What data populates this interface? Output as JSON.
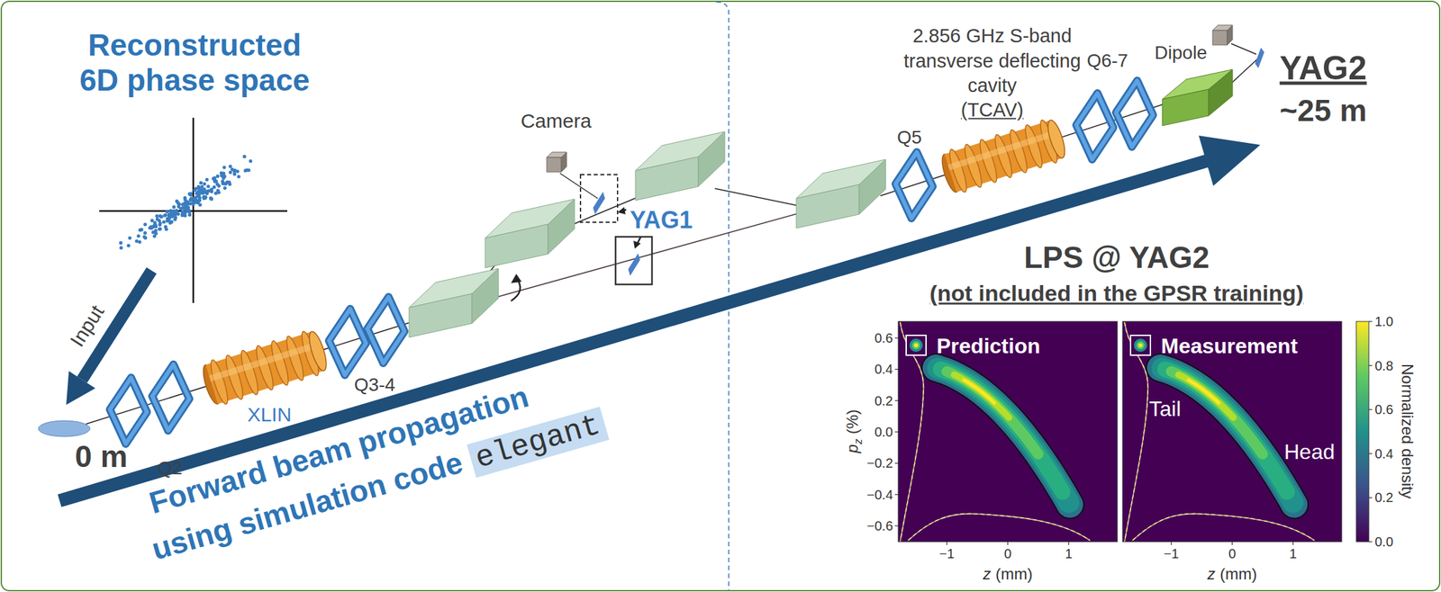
{
  "diagram": {
    "nodes": [
      {
        "text": [
          "Prediction"
        ]
      },
      {
        "text": [
          "Measurement",
          "Tail",
          "Head"
        ]
      }
    ],
    "labels": [
      "Reconstructed 6D phase space",
      "Input",
      "0 m",
      "Q2",
      "XLIN",
      "Q3-4",
      "Camera",
      "YAG1",
      "Forward beam propagation",
      "using simulation code",
      "elegant",
      "2.856 GHz S-band",
      "transverse deflecting",
      "cavity",
      "(TCAV)",
      "Q5",
      "Q6-7",
      "Dipole",
      "YAG2",
      "~25 m",
      "LPS @ YAG2",
      "(not included in the GPSR training)",
      "0.6",
      "0.4",
      "0.2",
      "0.0",
      "−0.2",
      "−0.4",
      "−0.6",
      "p",
      "z",
      "(%)",
      "−1",
      "0",
      "1",
      "z",
      "(mm)",
      "−1",
      "0",
      "1",
      "z",
      "(mm)",
      "1.0",
      "0.8",
      "0.6",
      "0.4",
      "0.2",
      "0.0",
      "Normalized density"
    ]
  }
}
